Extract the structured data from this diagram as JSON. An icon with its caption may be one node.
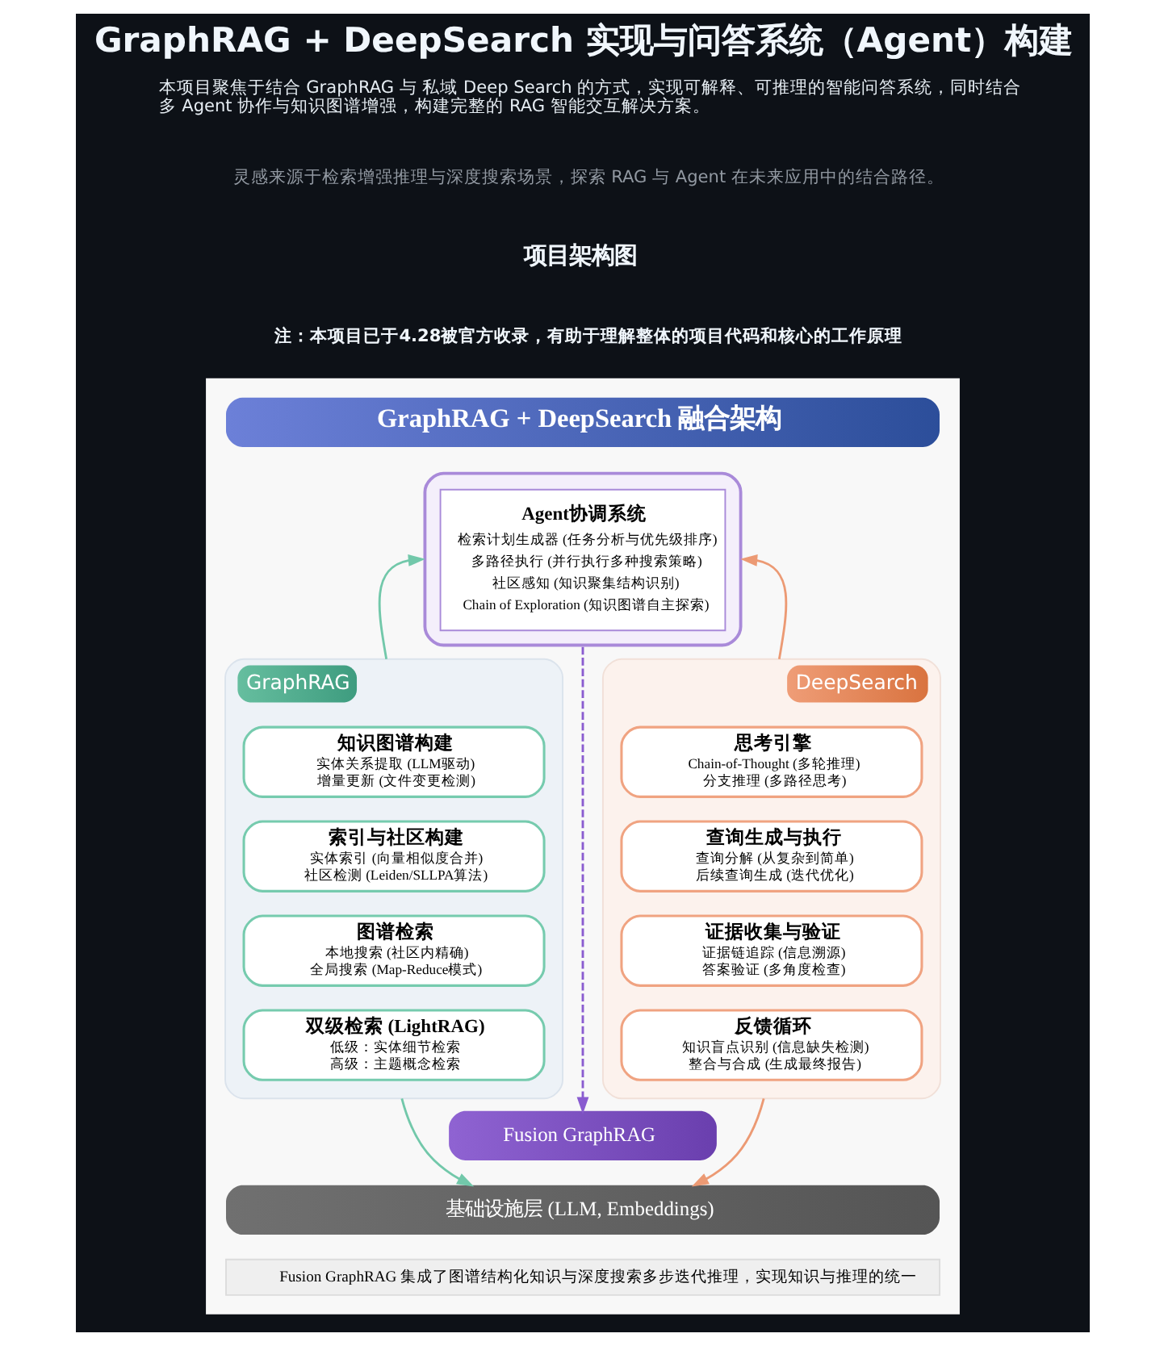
{
  "diagram": {
    "title": "GraphRAG + DeepSearch 实现与问答系统（Agent）构建",
    "nodes": [
      {
        "text": [],
        "shape": "box"
      },
      {
        "text": [
          "GraphRAG + DeepSearch 融合架构"
        ],
        "in": 0
      },
      {
        "text": [
          "Agent协调系统",
          "检索计划生成器 (任务分析与优先级排序)",
          "多路径执行 (并行执行多种搜索策略)",
          "社区感知 (知识聚集结构识别)",
          "Chain of Exploration (知识图谱自主探索)"
        ],
        "in": 0
      },
      {
        "text": [
          "GraphRAG"
        ],
        "in": 0
      },
      {
        "text": [
          "知识图谱构建",
          "实体关系提取 (LLM驱动)",
          "增量更新 (文件变更检测)"
        ],
        "in": 3
      },
      {
        "text": [
          "索引与社区构建",
          "实体索引 (向量相似度合并)",
          "社区检测 (Leiden/SLLPA算法)"
        ],
        "in": 3
      },
      {
        "text": [
          "图谱检索",
          "本地搜索 (社区内精确)",
          "全局搜索 (Map-Reduce模式)"
        ],
        "in": 3
      },
      {
        "text": [
          "双级检索 (LightRAG)",
          "低级：实体细节检索",
          "高级：主题概念检索"
        ],
        "in": 3
      },
      {
        "text": [
          "DeepSearch"
        ],
        "in": 0
      },
      {
        "text": [
          "思考引擎",
          "Chain-of-Thought (多轮推理)",
          "分支推理 (多路径思考)"
        ],
        "in": 8
      },
      {
        "text": [
          "查询生成与执行",
          "查询分解 (从复杂到简单)",
          "后续查询生成 (迭代优化)"
        ],
        "in": 8
      },
      {
        "text": [
          "证据收集与验证",
          "证据链追踪 (信息溯源)",
          "答案验证 (多角度检查)"
        ],
        "in": 8
      },
      {
        "text": [
          "反馈循环",
          "知识盲点识别 (信息缺失检测)",
          "整合与合成 (生成最终报告)"
        ],
        "in": 8
      },
      {
        "text": [
          "Fusion GraphRAG 集成了图谱结构化知识与深度搜索多步迭代推理，实现知识与推理的统一"
        ],
        "in": 0
      },
      {
        "text": [
          "Fusion GraphRAG"
        ],
        "in": 0
      },
      {
        "text": [
          "基础设施层 (LLM, Embeddings)"
        ],
        "in": 0
      }
    ],
    "edges": [
      {
        "from": 3,
        "to": 2,
        "arrow": "to",
        "color": "#72c8aa"
      },
      {
        "from": 8,
        "to": 2,
        "arrow": "to",
        "color": "#ec9a74"
      },
      {
        "from": 2,
        "to": 14,
        "arrow": "to",
        "style": "dashed",
        "color": "#8a5cd0"
      },
      {
        "from": 3,
        "to": 15,
        "arrow": "to",
        "color": "#72c8aa"
      },
      {
        "from": 8,
        "to": 15,
        "arrow": "to",
        "color": "#ec9a74"
      }
    ],
    "labels": [
      "本项目聚焦于结合 GraphRAG 与 私域 Deep Search 的方式，实现可解释、可推理的智能问答系统，同时结合多 Agent 协作与知识图谱增强，构建完整的 RAG 智能交互解决方案。",
      "灵感来源于检索增强推理与深度搜索场景，探索 RAG 与 Agent 在未来应用中的结合路径。",
      "项目架构图",
      "注：本项目已于4.28被官方收录，有助于理解整体的项目代码和核心的工作原理"
    ]
  }
}
